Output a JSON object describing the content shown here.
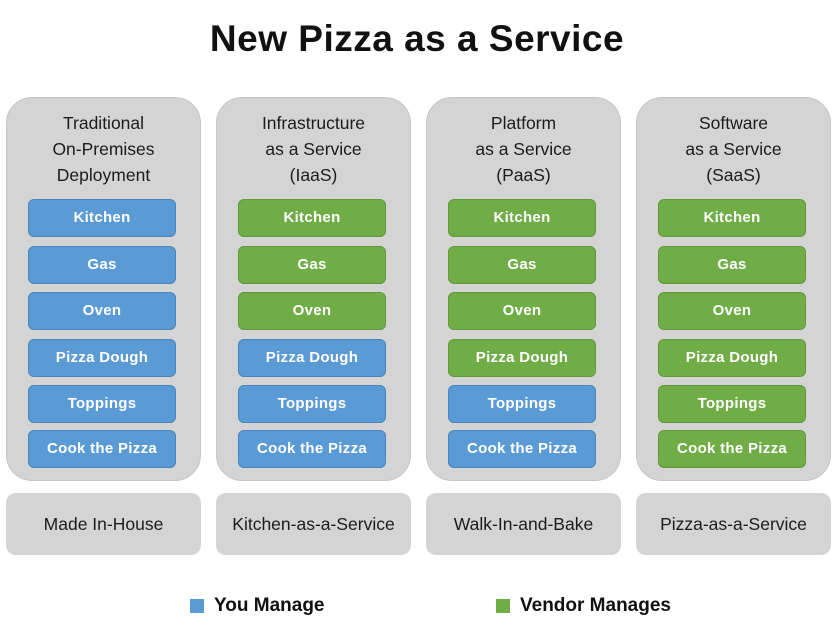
{
  "title": "New Pizza as a Service",
  "colors": {
    "you_manage": "#5b9bd5",
    "vendor_manages": "#70ad47",
    "panel": "#d4d4d4"
  },
  "columns": [
    {
      "heading": [
        "Traditional",
        "On-Premises",
        "Deployment"
      ],
      "layers": [
        {
          "label": "Kitchen",
          "managed_by": "you"
        },
        {
          "label": "Gas",
          "managed_by": "you"
        },
        {
          "label": "Oven",
          "managed_by": "you"
        },
        {
          "label": "Pizza Dough",
          "managed_by": "you"
        },
        {
          "label": "Toppings",
          "managed_by": "you"
        },
        {
          "label": "Cook the Pizza",
          "managed_by": "you"
        }
      ],
      "footer": "Made In-House"
    },
    {
      "heading": [
        "Infrastructure",
        "as a Service",
        "(IaaS)"
      ],
      "layers": [
        {
          "label": "Kitchen",
          "managed_by": "vendor"
        },
        {
          "label": "Gas",
          "managed_by": "vendor"
        },
        {
          "label": "Oven",
          "managed_by": "vendor"
        },
        {
          "label": "Pizza Dough",
          "managed_by": "you"
        },
        {
          "label": "Toppings",
          "managed_by": "you"
        },
        {
          "label": "Cook the Pizza",
          "managed_by": "you"
        }
      ],
      "footer": "Kitchen-as-a-Service"
    },
    {
      "heading": [
        "Platform",
        "as a Service",
        "(PaaS)"
      ],
      "layers": [
        {
          "label": "Kitchen",
          "managed_by": "vendor"
        },
        {
          "label": "Gas",
          "managed_by": "vendor"
        },
        {
          "label": "Oven",
          "managed_by": "vendor"
        },
        {
          "label": "Pizza Dough",
          "managed_by": "vendor"
        },
        {
          "label": "Toppings",
          "managed_by": "you"
        },
        {
          "label": "Cook the Pizza",
          "managed_by": "you"
        }
      ],
      "footer": "Walk-In-and-Bake"
    },
    {
      "heading": [
        "Software",
        "as a Service",
        "(SaaS)"
      ],
      "layers": [
        {
          "label": "Kitchen",
          "managed_by": "vendor"
        },
        {
          "label": "Gas",
          "managed_by": "vendor"
        },
        {
          "label": "Oven",
          "managed_by": "vendor"
        },
        {
          "label": "Pizza Dough",
          "managed_by": "vendor"
        },
        {
          "label": "Toppings",
          "managed_by": "vendor"
        },
        {
          "label": "Cook the Pizza",
          "managed_by": "vendor"
        }
      ],
      "footer": "Pizza-as-a-Service"
    }
  ],
  "legend": {
    "you_manage": "You Manage",
    "vendor_manages": "Vendor Manages"
  }
}
